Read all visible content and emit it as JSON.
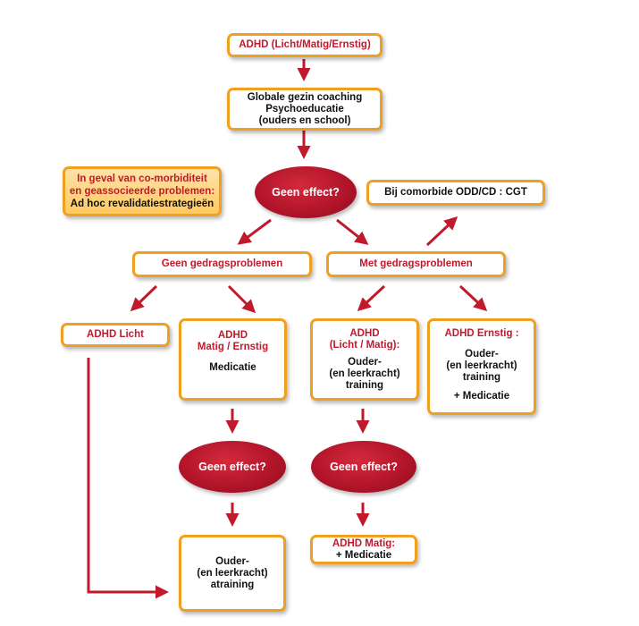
{
  "colors": {
    "arrow": "#c01a2c",
    "box_border": "#f0a020",
    "ellipse": "#b3152a",
    "note_fill": "#ffd68a"
  },
  "nodes": {
    "top": "ADHD (Licht/Matig/Ernstig)",
    "coaching": [
      "Globale gezin coaching",
      "Psychoeducatie",
      "(ouders en school)"
    ],
    "comorbid_note": [
      "In geval van co-morbiditeit",
      "en geassocieerde problemen:",
      "Ad hoc revalidatiestrategieën"
    ],
    "geen_effect_1": "Geen effect?",
    "odd_cd": "Bij comorbide ODD/CD : CGT",
    "geen_gedrag": "Geen gedragsproblemen",
    "met_gedrag": "Met gedragsproblemen",
    "licht": "ADHD Licht",
    "matig_ernstig": {
      "title1": "ADHD",
      "title2": "Matig / Ernstig",
      "body": "Medicatie"
    },
    "licht_matig": {
      "title1": "ADHD",
      "title2": "(Licht / Matig):",
      "body1": "Ouder-",
      "body2": "(en leerkracht)",
      "body3": "training"
    },
    "ernstig": {
      "title": "ADHD Ernstig :",
      "body1": "Ouder-",
      "body2": "(en leerkracht)",
      "body3": "training",
      "body4": "+ Medicatie"
    },
    "geen_effect_2": "Geen effect?",
    "geen_effect_3": "Geen effect?",
    "ouder_atraining": [
      "Ouder-",
      "(en leerkracht)",
      "atraining"
    ],
    "matig_medicatie": {
      "title": "ADHD Matig:",
      "body": "+ Medicatie"
    }
  }
}
